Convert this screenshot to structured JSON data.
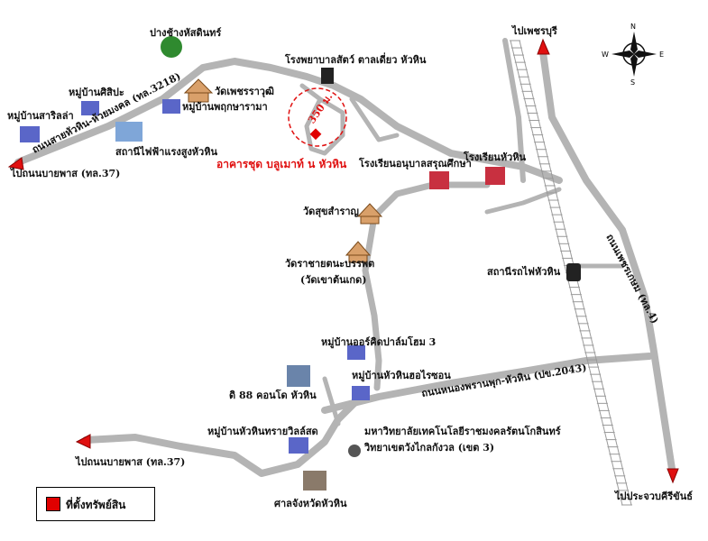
{
  "compass": {
    "north": "N",
    "south": "S",
    "east": "E",
    "west": "W"
  },
  "roads": {
    "road_3218": "ถนนสายหัวหิน-ห้วยมงคล (ทล.3218)",
    "road_4": "ถนนเพชรเกษม (ทล.4)",
    "road_2043": "ถนนหนองพรานพุก-หัวหิน (ปข.2043)"
  },
  "directions": {
    "to_phetchaburi": "ไปเพชรบุรี",
    "to_pranburi_top": "ไปถนนบายพาส (ทล.37)",
    "to_pranburi_bottom": "ไปถนนบายพาส (ทล.37)",
    "to_prachuap": "ไปประจวบคีรีขันธ์"
  },
  "places": {
    "pangchang": "ปางช้างหัสดินทร์",
    "hospital": "โรงพยาบาลสัตว์ ตาลเดี่ยว หัวหิน",
    "wat_phetcharawut": "วัดเพชรราวุฒิ",
    "mb_sisuk": "หมู่บ้านศิสิปะ",
    "mb_saraya": "หมู่บ้านสาริลล่า",
    "mb_phrueksa": "หมู่บ้านพฤกษารามา",
    "substation": "สถานีไฟฟ้าแรงสูงหัวหิน",
    "kindergarten": "โรงเรียนอนุบาลสรุณศึกษา",
    "school_huahin": "โรงเรียนหัวหิน",
    "wat_suksaran": "วัดสุขสำราญ",
    "wat_chainakhon_1": "วัดราชายตนะบรรพต",
    "wat_chainakhon_2": "(วัดเขาต้นเกด)",
    "station": "สถานีรถไฟหัวหิน",
    "mb_orchid": "หมู่บ้านออร์คิดปาล์มโฮม 3",
    "mb_hillside": "หมู่บ้านหัวหินฮอไรซอน",
    "condo": "ดิ 88 คอนโด หัวหิน",
    "mb_trivillage": "หมู่บ้านหัวหินทรายวิลล์สด",
    "university_1": "มหาวิทยาลัยเทคโนโลยีราชมงคลรัตนโกสินทร์",
    "university_2": "วิทยาเขตวังไกลกังวล (เขต 3)",
    "court": "ศาลจังหวัดหัวหิน"
  },
  "property": {
    "name": "อาคารชุด บลูเมาท์ น หัวหิน",
    "distance": "350 ม."
  },
  "legend": {
    "label": "ที่ตั้งทรัพย์สิน",
    "marker_color": "#e00000"
  },
  "colors": {
    "road": "#b4b4b4",
    "arrow": "#e01010",
    "property": "#e00000"
  }
}
